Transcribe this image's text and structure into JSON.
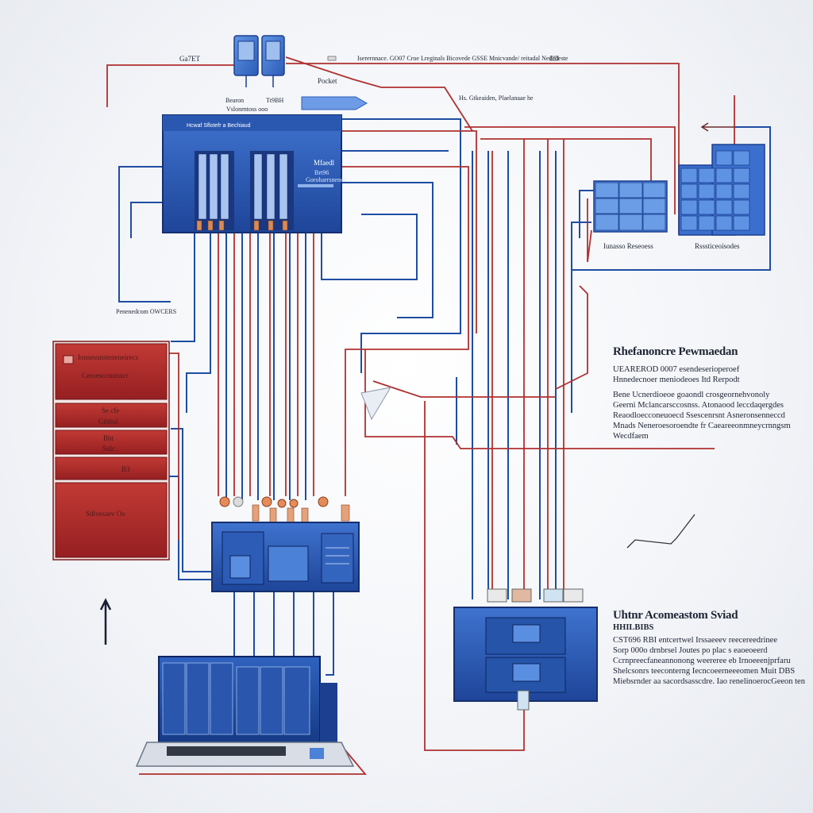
{
  "top_labels": {
    "left_tag": "Ga7ET",
    "main_caption": "Iserernnace. GO07 Croe Lreginals Bicovede GSSE Mnicvande/ reitadal Nededeste",
    "device_label_1": "Bearon",
    "device_label_2": "Tt9BH",
    "device_sub": "Vslonrntoss ooo",
    "pocket_label": "Pocket",
    "secondary_caption": "Hs. Gtkeaiden, Plaelanaae he"
  },
  "main_panel": {
    "title": "Hcwaf Sflotefr a Bechiaud",
    "side_label": "Mfaedl",
    "side_sub": "Brt96",
    "side_sub2": "Gorobarrsnenos"
  },
  "left_label": "Penenedcom OWCERS",
  "red_cabinet": {
    "top_title": "Ionsesunsteneneirecs",
    "top_sub": "Ceroesrconmscr",
    "row1_a": "Se cfe",
    "row1_b": "Gtbltsl",
    "row2_a": "Bbt",
    "row2_b": "Sulc",
    "row3": "B3",
    "bottom": "Sdivesaev Oo"
  },
  "right_blocks": {
    "left_caption": "Iunasso Reseoess",
    "right_caption": "Rsssticeoisodes"
  },
  "info_block_1": {
    "heading": "Rhefanoncre Pewmaedan",
    "lines": [
      "UEAREROD 0007 esendeserioperoef",
      "Hnnedecnoer meniodeoes Itd Rerpodt",
      "Bene Ucnerdioeoe goaondl crosgeornehvonoly",
      "Geerni Mclancarsccosnss. Atonaood leccdaqergdes",
      "Reaodloecconeuoecd Ssescenrsnt Asneronsenneccd",
      "Mnads Neneroesoroendte fr Caeareeonmneycrnngsm",
      "Wecdfaem"
    ]
  },
  "info_block_2": {
    "heading": "Uhtnr Acomeastom Sviad",
    "sub": "HHILBIBS",
    "lines": [
      "CST696 RBI entcertwel Irssaeeev reecereedrinee",
      "Sorp 000o drnbrsel Joutes po plac s eaoeoeerd",
      "Ccrnpreecfaneannonong weereree eb Irnoeeenjprfaru",
      "Shelcsonrs teeconterng Iecncoeerneeeomen Muit DBS",
      "Miebsrnder aa sacordsasscdre. Iao renelinoerocGeeon ten"
    ]
  },
  "colors": {
    "blue_dark": "#1c3f8f",
    "blue_mid": "#3569c4",
    "blue_light": "#5a8ee0",
    "red": "#b3282a",
    "red_dark": "#8a1d20",
    "wire_blue": "#1f4da3",
    "wire_red": "#b03030"
  }
}
